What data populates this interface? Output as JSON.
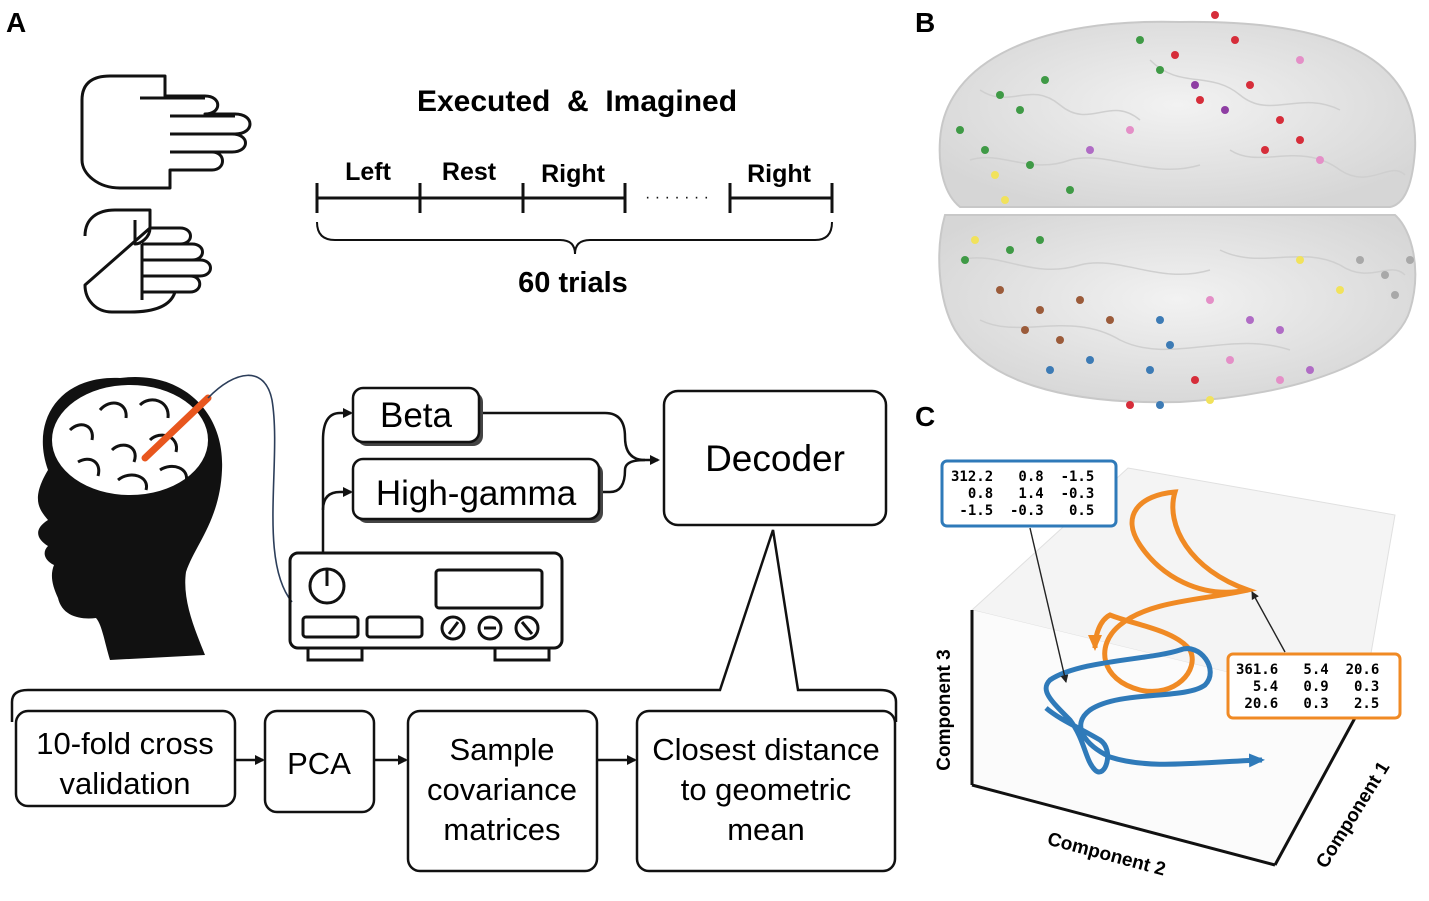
{
  "panels": {
    "a": "A",
    "b": "B",
    "c": "C"
  },
  "task": {
    "title": "Executed  &  Imagined",
    "labels": [
      "Left",
      "Rest",
      "Right",
      "Right"
    ],
    "dots": "· · · · · · ·",
    "trials": "60 trials"
  },
  "pipeline": {
    "beta": "Beta",
    "high_gamma": "High-gamma",
    "decoder": "Decoder",
    "steps": [
      [
        "10-fold cross",
        "validation"
      ],
      [
        "PCA"
      ],
      [
        "Sample",
        "covariance",
        "matrices"
      ],
      [
        "Closest distance",
        "to geometric",
        "mean"
      ]
    ]
  },
  "trajectory": {
    "axis_x": "Component 2",
    "axis_y": "Component 3",
    "axis_z": "Component 1",
    "matrix_blue": [
      "312.2   0.8  -1.5",
      "  0.8   1.4  -0.3",
      " -1.5  -0.3   0.5"
    ],
    "matrix_orange": [
      "361.6   5.4  20.6",
      "  5.4   0.9   0.3",
      " 20.6   0.3   2.5"
    ]
  },
  "colors": {
    "blue": "#2f7ab9",
    "orange": "#f08a24",
    "electrode": "#e8561e",
    "wire": "#2c3e5a"
  },
  "icons": {
    "open_hand": "open-hand-icon",
    "fist": "fist-icon",
    "head": "head-with-brain-icon",
    "amplifier": "amplifier-icon",
    "brain": "brain-render-icon"
  }
}
